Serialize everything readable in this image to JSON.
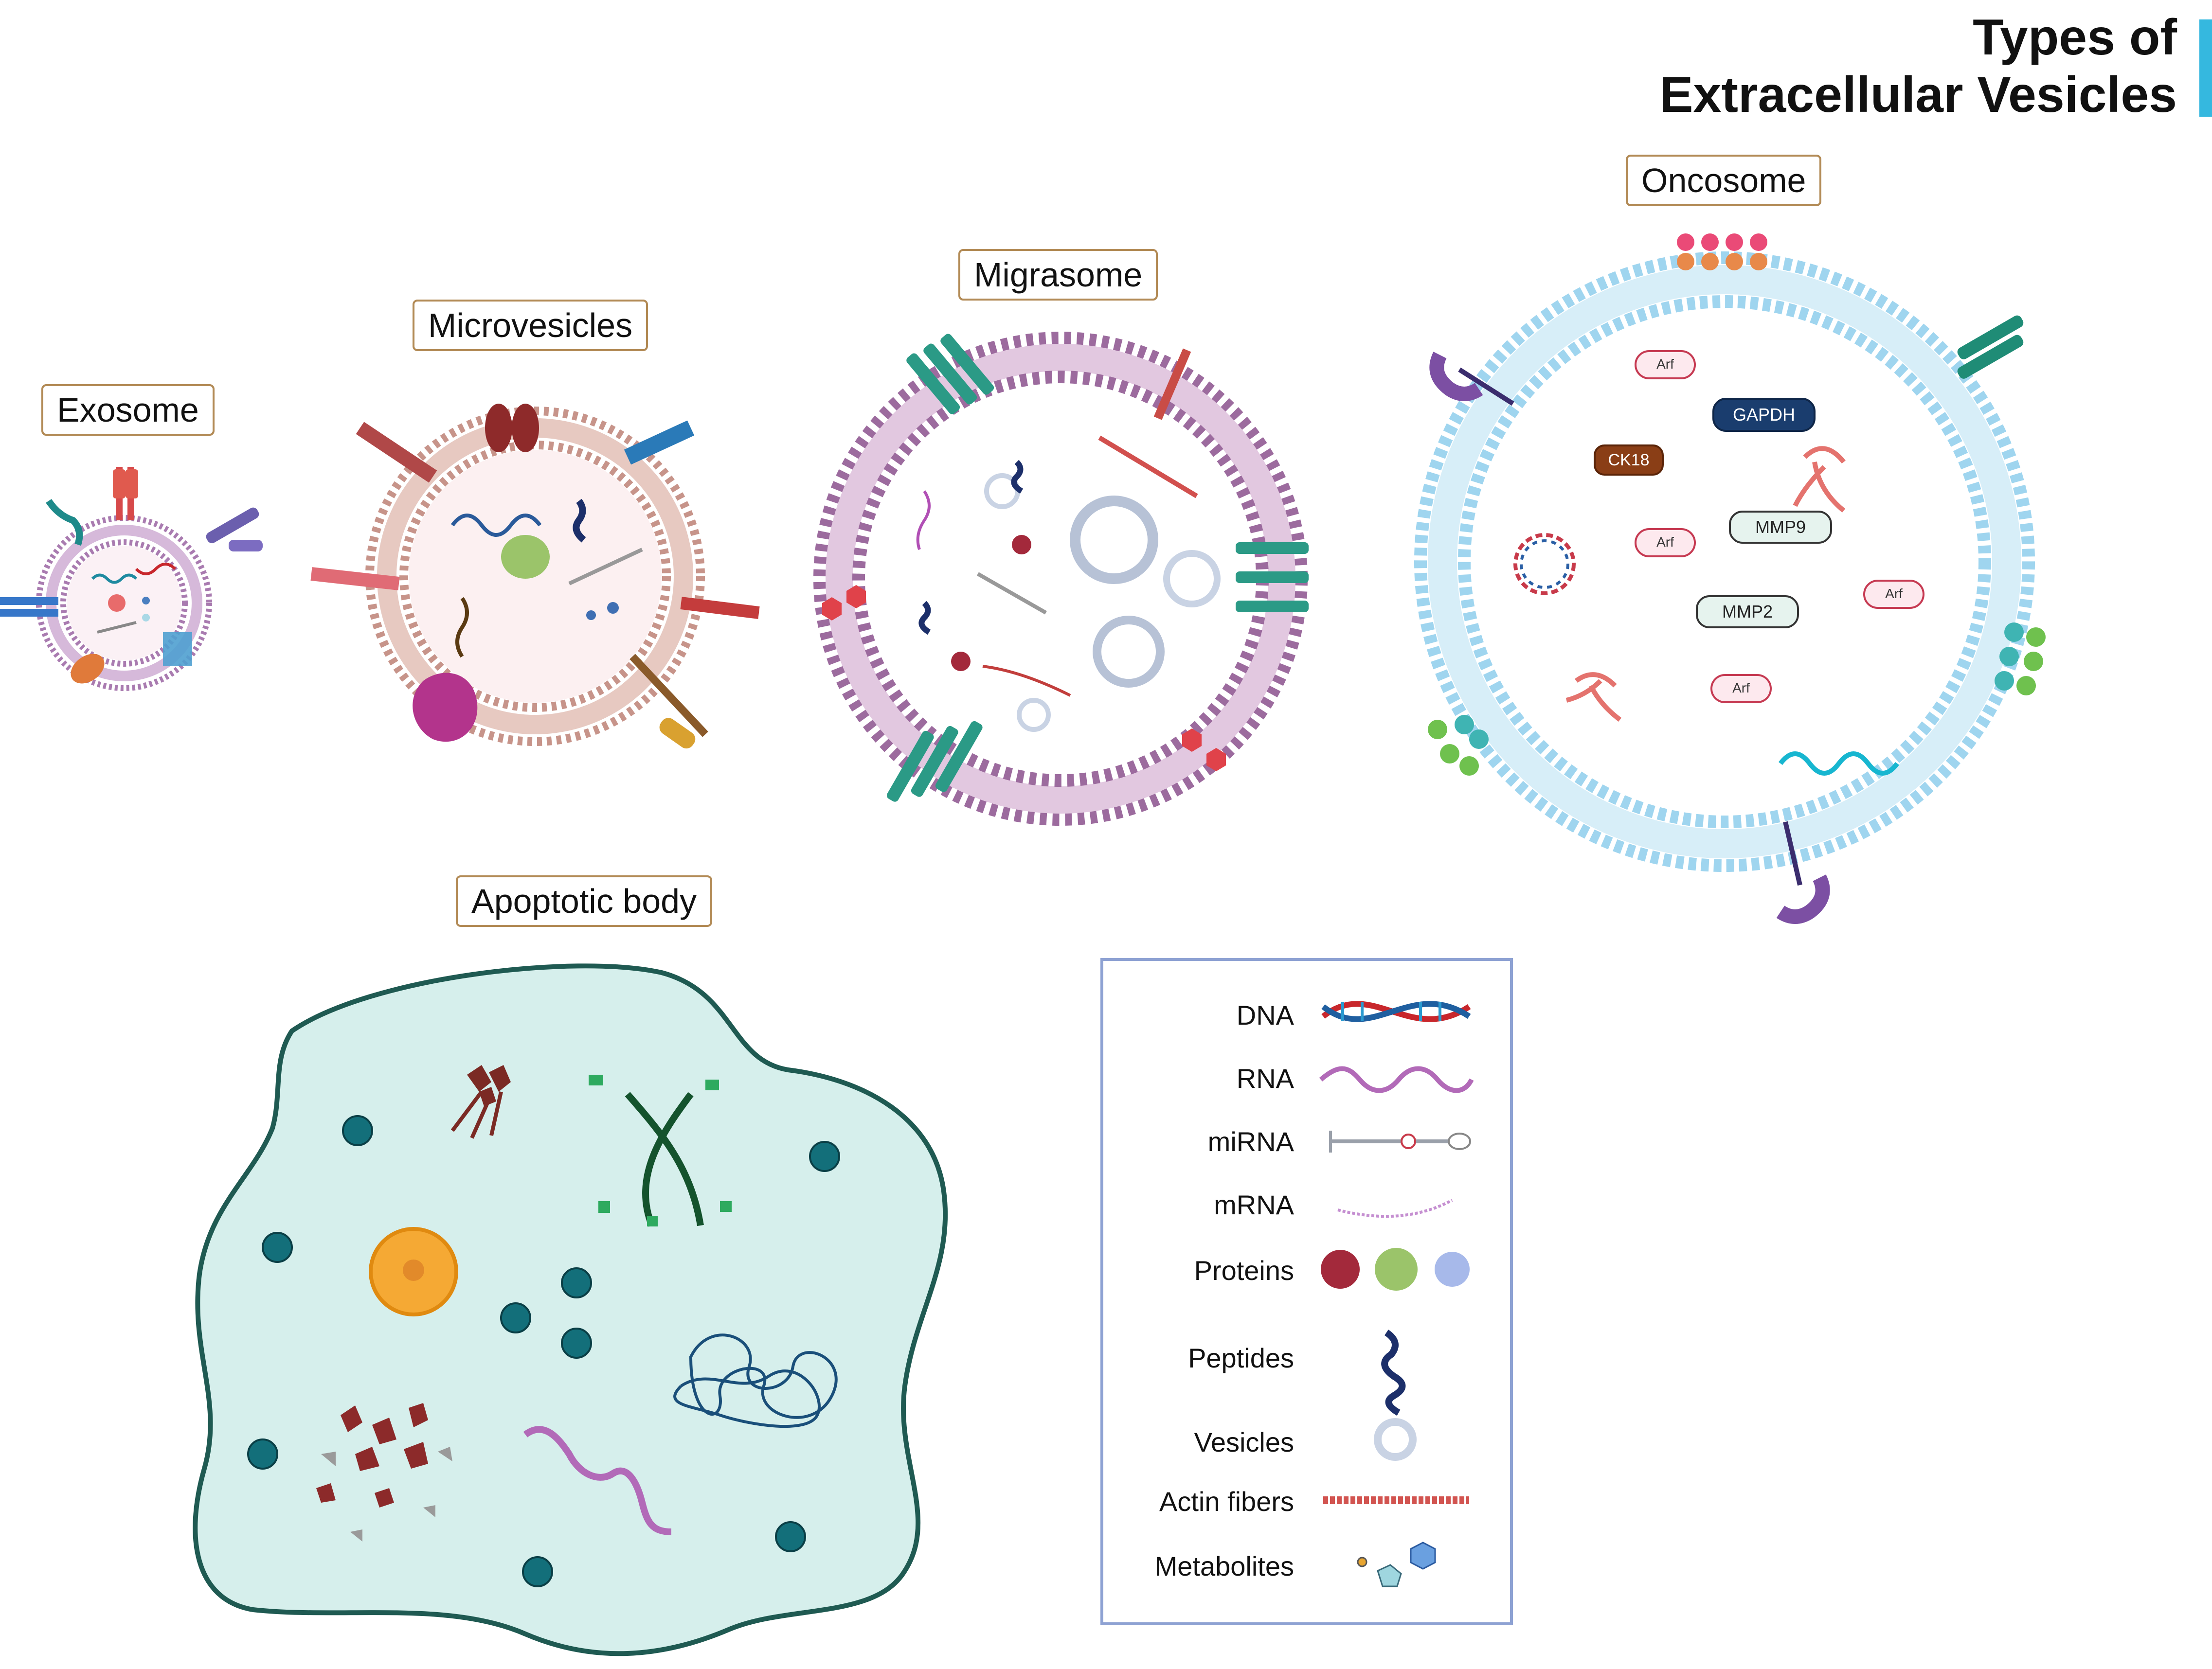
{
  "title": {
    "line1": "Types of",
    "line2": "Extracellular Vesicles"
  },
  "vesicles": {
    "exosome": "Exosome",
    "microvesicles": "Microvesicles",
    "migrasome": "Migrasome",
    "oncosome": "Oncosome",
    "apoptotic_body": "Apoptotic body"
  },
  "oncosome_cargo": {
    "arf": "Arf",
    "gapdh": "GAPDH",
    "ck18": "CK18",
    "mmp9": "MMP9",
    "mmp2": "MMP2"
  },
  "legend": {
    "items": [
      "DNA",
      "RNA",
      "miRNA",
      "mRNA",
      "Proteins",
      "Peptides",
      "Vesicles",
      "Actin fibers",
      "Metabolites"
    ]
  },
  "colors": {
    "accent_bar": "#35b8df",
    "label_border": "#b28a55",
    "legend_border": "#8ea2d3",
    "oncosome_membrane": "#9fd5ef",
    "migrasome_membrane": "#9c6b9e",
    "exosome_membrane": "#a97bb0",
    "microvesicle_membrane": "#c7948a",
    "apoptotic_fill": "#d6efec",
    "apoptotic_outline": "#1f5a52"
  }
}
